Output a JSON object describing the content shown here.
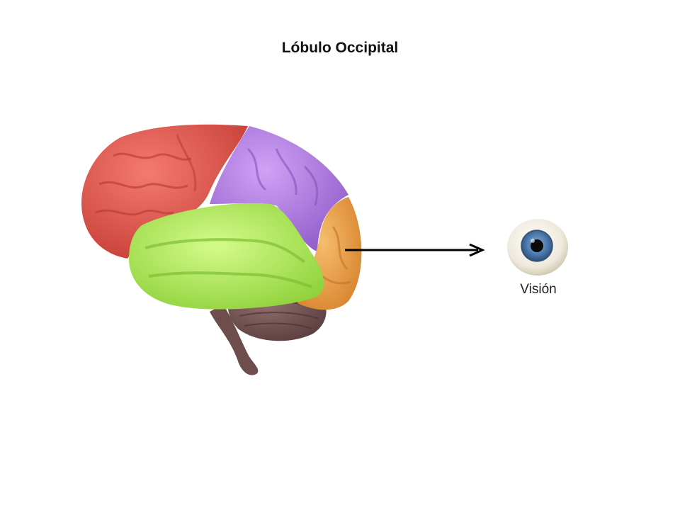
{
  "title": "Lóbulo Occipital",
  "brain": {
    "lobes": [
      {
        "name": "frontal",
        "color": "#e8574e"
      },
      {
        "name": "parietal",
        "color": "#b57fe8"
      },
      {
        "name": "temporal",
        "color": "#b6f05a"
      },
      {
        "name": "occipital",
        "color": "#eea24a"
      }
    ],
    "cerebellum_color": "#7a5a5a",
    "brainstem_color": "#6e4d4d"
  },
  "connector": {
    "color": "#000000"
  },
  "function": {
    "label": "Visión",
    "iris_color": "#4e7ab0"
  }
}
